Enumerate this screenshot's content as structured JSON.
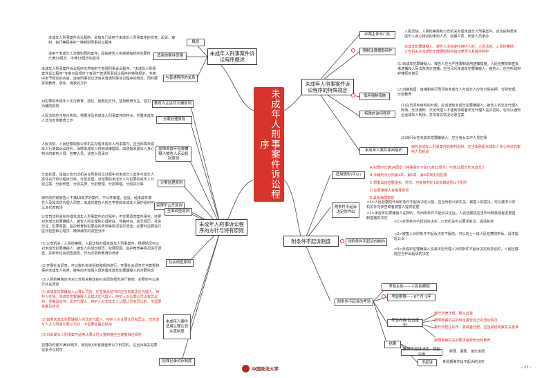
{
  "center_title": "未成年人刑事案件诉讼程序",
  "left": {
    "b1": {
      "title": "未成年人刑事案件诉讼程序概述",
      "concept_label": "概念",
      "concept_text": "未成年人刑事案件诉讼程序，是指专门适用于未成年人刑事案件的侦查、起诉、审判、执行等程序的一种特别刑事诉讼程序",
      "scope_label": "适用的案件范围",
      "scope_text": "适用于未成年人涉嫌犯罪的案件，是指被告人实施被指控的犯罪时已满14周岁、不满18周岁的案件",
      "relation_label": "与普通程序的关系",
      "relation_text": "未成年人刑事案件诉讼程序仍然依附于普通刑事诉讼程序，“未成年人刑事案件诉讼程序”专章只是规定了有别于普通刑事诉讼程序的特殊规定，专章中未予规定的内容，适用刑事诉讼法有关普通刑事诉讼程序的规定，同时要贯彻教育、感化、挽救的方针"
    },
    "b2": {
      "title": "未成年人刑事诉讼程序的方针与特有原则",
      "policy_label": "教育为主惩罚为辅原则",
      "policy_text": "对犯罪的未成年人实行教育、感化、挽救的方针，坚持教育为主、惩罚为辅的原则",
      "edu_label": "分案处理原则",
      "edu_text": "人民法院应当结合实际，根据涉及未成年人刑事案件的特点，开展未成年人法治宣传教育工作",
      "protect_label": "保障未成年犯罪嫌疑人被告人诉讼权利原则",
      "protect_text": "人民法院、人民检察院和公安机关办理未成年人刑事案件，应当保障未成年人行使其诉讼权利，保障未成年人得到法律帮助，由熟悉未成年人身心特点的审判人员、检察人员、侦查人员承办",
      "separate_label": "分案处理原则",
      "separate_text": "分案处理，是指公安司法机关在刑事诉讼过程中对未成年人案件与成年人案件实行诉讼程序分离，分案处理，对犯罪的未成年人与犯罪的成年人分别立案、分别侦查、分别关押、分别管理、分别审理、分别执行等",
      "closed_label": "审理不公开原则",
      "closed_text": "审判的时候被告人不满18周岁的案件，不公开审理。但是，经未成年被告人及其法定代理人同意，未成年被告人所在学校和未成年人保护组织可以派代表到场",
      "full_label": "全面调查原则",
      "full_text": "公安司法机关在办理未成年人刑事案件的过程中，不仅要调查案件事实，还要对未成年犯罪嫌疑人、被告人的生理和心理特征、性格特点、成长经历、社会交往、犯罪原因、监护教育和犯罪后的表现等情况进行调查，必要时还要进行医疗检查和心理学、精神病学的调查分析",
      "social_label": "社会调查原则",
      "social_items": [
        "(1)公安机关、人民检察院、人民法院办理未成年人刑事案件，根据情况可以对未成年犯罪嫌疑人、被告人的成长经历、犯罪原因、监护教育等情况进行调查，并制作社会调查报告，作为办案和教育的参考",
        "(2)开展社会调查，可以委托有关组织和机构进行。开展社会调查应当尊重和保护未成年人名誉，避免向不知情人员泄露未成年犯罪嫌疑人的涉罪信息",
        "(3)人民检察院应当对公安机关移送的社会调查报告进行审查，必要时可以进行补充调查"
      ],
      "adult_label": "未成年人案件适用认罪认罚从宽制度",
      "adult_items": [
        "(1)未成年犯罪嫌疑人认罪认罚的，在签署具结书时应当有其法定代理人、辩护人在场。未成年犯罪嫌疑人及其法定代理人、辩护人对认罪认罚没有异议的，签署具结书；法定代理人、辩护人对未成年人认罪认罚有异议的，不需要签署具结书",
        "(2)如果未成年犯罪嫌疑人的法定代理人、辩护人对认罪认罚有异议，但未成年人本人同意认罪认罚的，不需要签署具结书",
        "(3)对未成年人刑事案件适用认罪认罚从宽制度应当遵循相应规定"
      ],
      "record_label": "犯罪记录封存制度",
      "record_text": "犯罪的时候不满18周岁，被判处5年有期徒刑以下刑罚的，应当对相关犯罪记录予以封存"
    }
  },
  "right": {
    "b1": {
      "title": "未成年人刑事案件诉讼程序的特殊规定",
      "lawyer_label": "办案主体专门化",
      "lawyer_text": "人民法院、人民检察院和公安机关办理未成年人刑事案件，应当由熟悉未成年人身心特点的审判人员、检察人员、侦查人员承办",
      "defense_label": "强制法律援助辩护",
      "defense_text": "未成年犯罪嫌疑人、被告人没有委托辩护人的，人民法院、人民检察院、公安机关应当通知法律援助机构指派律师为其提供辩护",
      "arrest_label": "慎用强制措施",
      "arrest_text": "(1)未成年犯罪嫌疑人、被告人应当严格限制适用逮捕措施。人民检察院审查批准逮捕和人民法院决定逮捕，应当讯问未成年犯罪嫌疑人、被告人，应当听取辩护律师的意见",
      "arrest_text2": "(2)对被拘留、逮捕和执行刑罚的未成年人与成年人应当分别关押、分别管理、分别教育",
      "interrogate_label": "特殊的询问程序",
      "interrogate_text": "(1)在讯问和审判的时候，应当通知未成年犯罪嫌疑人、被告人的法定代理人到场。无法通知、法定代理人不能到场或者法定代理人是共犯的，也可以通知合适成年人到场，并将有关情况记录在案",
      "interrogate_text2": "(2)询问女性未成年犯罪嫌疑人，应当有女工作人员在场",
      "review_label": "未成年人案件审判组织",
      "review_text": "审判未成年人刑事案件的审判组织，应当由熟悉未成年人身心特点的审判人员组成"
    },
    "b2": {
      "title": "附条件不起诉制度",
      "conditions_label": "适用情形(可以)",
      "conditions": [
        "A.犯罪时已满14周岁（特殊情形下是已满12周岁）不满18周岁的未成年人",
        "B.涉嫌刑法分则第4章、第5章、第6章规定的犯罪",
        "C.根据具体犯罪事实、情节，可能被判处1年有期徒刑以下刑罚",
        "D.犯罪嫌疑人有悔罪表现",
        "E.具有悔罪表现"
      ],
      "decision_label": "附条件不起诉决定的作出",
      "decision_items": [
        "<1>人民检察院作出附条件不起诉决定以前，应当听取公安机关、被害人的意见，可以要求公安机关补充侦查或者被害人提供证据",
        "<2>未成年犯罪嫌疑人在押的，作出附条件不起诉决定后，人民检察院应当作出释放或者变更强制措施的决定"
      ],
      "remedy_label": "对附条件不起诉的制约",
      "remedy_items": [
        "<1>对附条件不起诉的决定，公安机关可以要求复议、提请复核",
        "<2>被害人对附条件不起诉决定不服的，可以向上一级人民检察院申诉，请求提起公诉",
        "<3>未成年犯罪嫌疑人及其法定代理人对附条件不起诉决定有异议的，人民检察院应当作出起诉的决定"
      ],
      "supervise_label": "附条件不起诉的考验",
      "supervise_items": [
        "考验主体——人民检察院",
        "考验期限——6个月-1年",
        "考验内容(应当遵守)",
        "结果"
      ],
      "supervise_subs": [
        "遵守法律法规，服从监督",
        "按照考察机关的规定报告自己的活动情况",
        "离开所居住的市、县或者迁居，应当报经考察机关批准",
        "按照考察机关的要求接受矫治和教育"
      ],
      "result_items": [
        "撤销不起诉决定，提起公诉",
        "不起诉"
      ],
      "result_subs": [
        "新罪、漏罪、违法违规",
        "考验期满作出不起诉的决定"
      ]
    }
  },
  "footer": {
    "school": "中国政法大学",
    "page": "- 27 -"
  }
}
